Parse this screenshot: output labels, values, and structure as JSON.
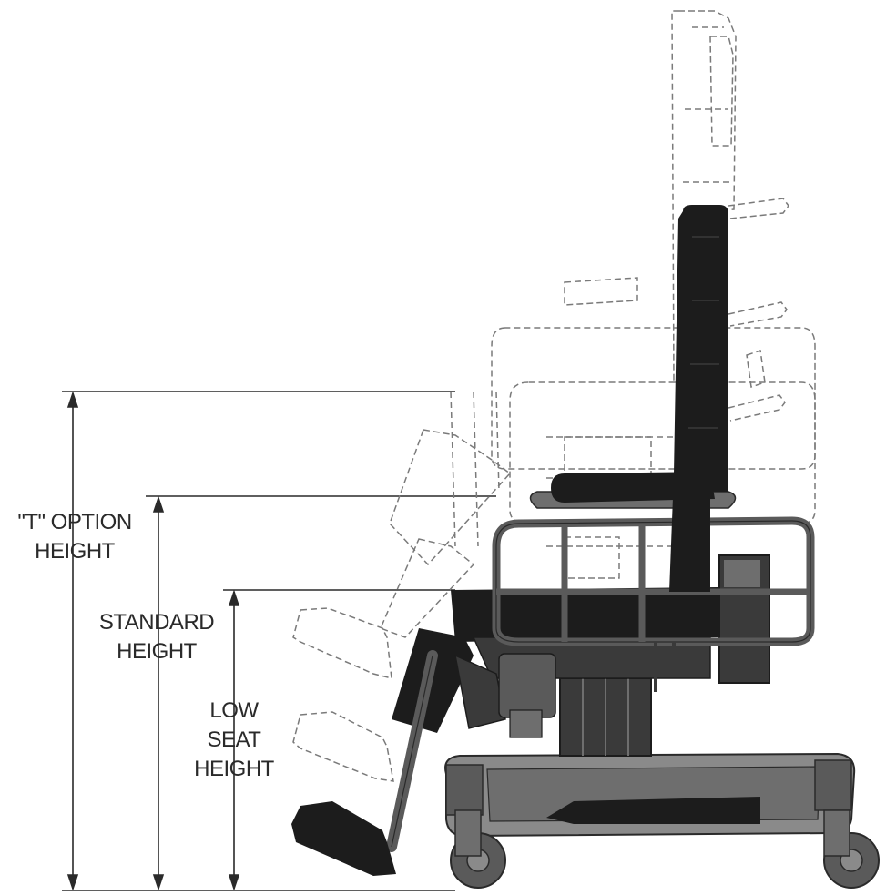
{
  "labels": {
    "t_option": {
      "line1": "\"T\" OPTION",
      "line2": "HEIGHT"
    },
    "standard": {
      "line1": "STANDARD",
      "line2": "HEIGHT"
    },
    "low_seat": {
      "line1": "LOW",
      "line2": "SEAT",
      "line3": "HEIGHT"
    }
  },
  "colors": {
    "ink": "#2a2a2a",
    "dark_fill": "#1c1c1c",
    "mid_fill": "#5a5a5a",
    "light_fill": "#8a8a8a",
    "ghost_line": "#7a7a7a"
  }
}
